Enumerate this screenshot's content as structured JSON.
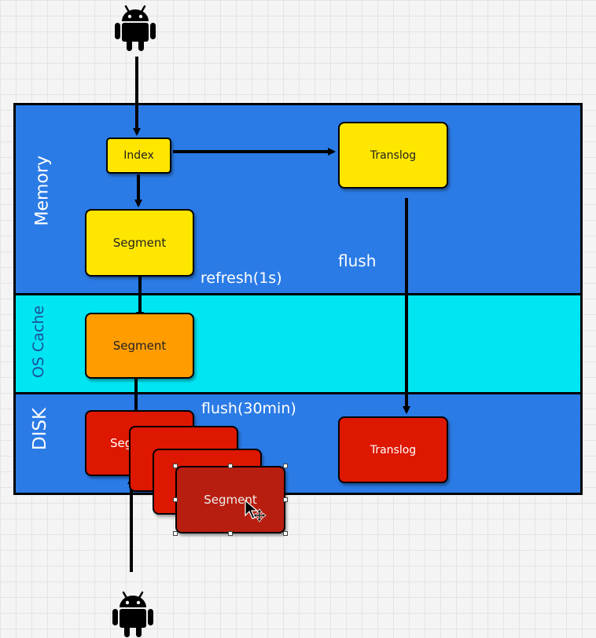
{
  "layers": {
    "memory": "Memory",
    "os_cache": "OS Cache",
    "disk": "DISK"
  },
  "nodes": {
    "index": "Index",
    "translog_memory": "Translog",
    "segment_memory": "Segment",
    "segment_os_cache": "Segment",
    "segment_disk_1": "Seg",
    "segment_disk_selected": "Segment",
    "translog_disk": "Translog"
  },
  "edge_labels": {
    "refresh": "refresh(1s)",
    "flush": "flush",
    "flush_30min": "flush(30min)"
  },
  "icons": {
    "client_top": "android-icon",
    "client_bottom": "android-icon",
    "cursor": "move-cursor-icon"
  },
  "colors": {
    "memory_band": "#2b7be6",
    "os_cache_band": "#00e5f2",
    "disk_band": "#2b7be6",
    "memory_node": "#ffe600",
    "os_cache_node": "#ff9c00",
    "disk_node": "#dd1700"
  }
}
